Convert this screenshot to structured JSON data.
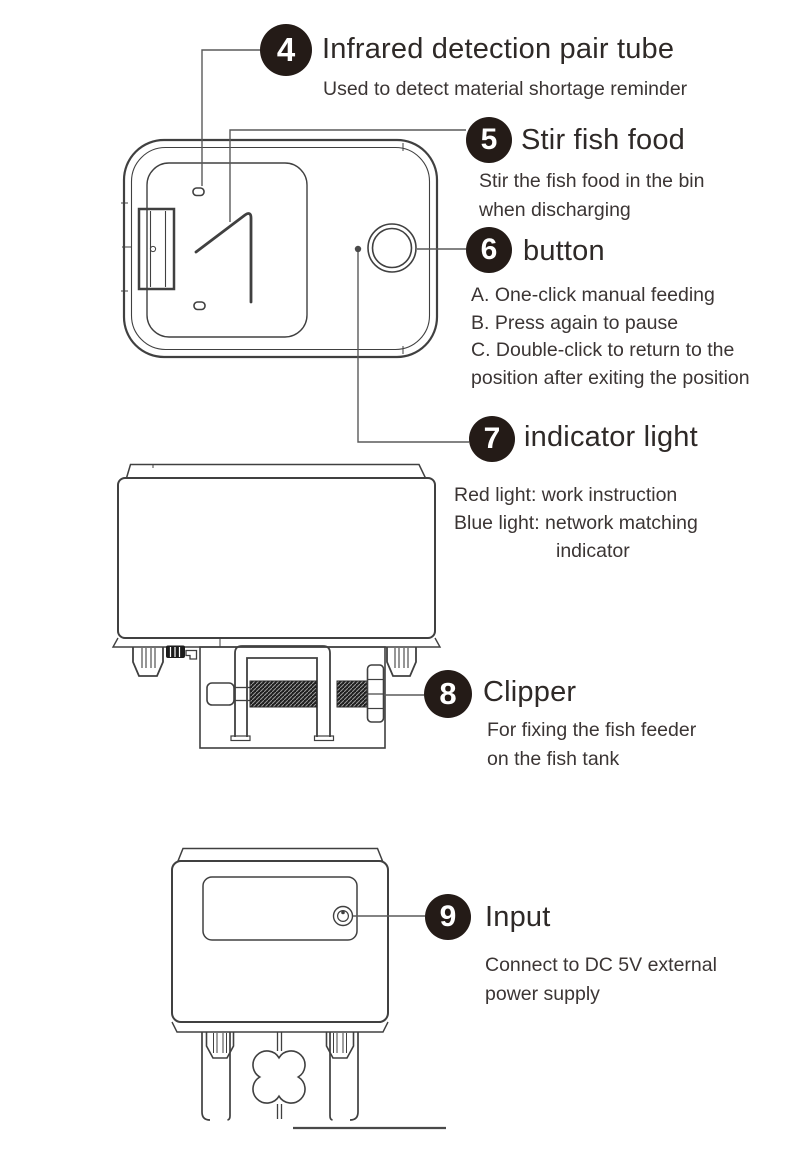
{
  "page": {
    "background": "#ffffff"
  },
  "colors": {
    "badge_bg": "#241b17",
    "badge_number": "#ffffff",
    "title_text": "#2e2927",
    "body_text": "#3b3534",
    "line_art": "#404040"
  },
  "callouts": [
    {
      "number": "4",
      "title": "Infrared detection pair tube",
      "lines": [
        "Used to detect material shortage reminder"
      ]
    },
    {
      "number": "5",
      "title": "Stir fish food",
      "lines": [
        "Stir the fish food in the bin",
        "when discharging"
      ]
    },
    {
      "number": "6",
      "title": "button",
      "lines": [
        "A. One-click manual feeding",
        "B. Press again to pause",
        "C. Double-click to return to the",
        "position after exiting the position"
      ]
    },
    {
      "number": "7",
      "title": "indicator light",
      "lines": [
        "Red light: work instruction",
        "Blue light: network matching",
        "indicator"
      ]
    },
    {
      "number": "8",
      "title": "Clipper",
      "lines": [
        "For fixing the fish feeder",
        "on the fish tank"
      ]
    },
    {
      "number": "9",
      "title": "Input",
      "lines": [
        "Connect to DC 5V external",
        "power supply"
      ]
    }
  ]
}
